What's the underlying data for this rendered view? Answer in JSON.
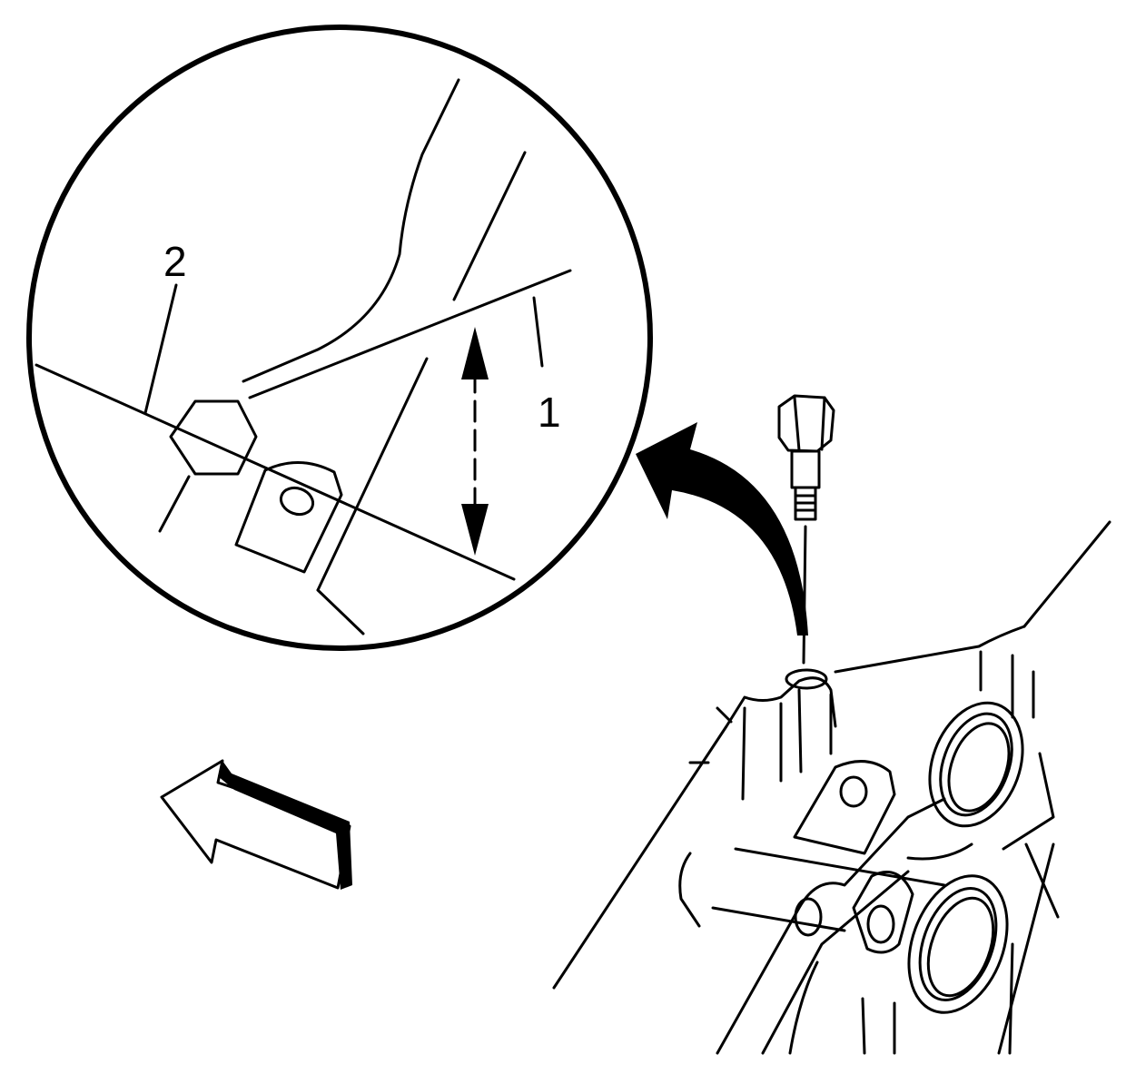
{
  "diagram": {
    "callouts": [
      {
        "id": "1",
        "label": "1"
      },
      {
        "id": "2",
        "label": "2"
      }
    ],
    "colors": {
      "line": "#000000",
      "background": "#ffffff"
    },
    "icons": {
      "direction_arrow": "front-direction-arrow-icon",
      "curved_arrow": "curved-arrow-icon",
      "bolt": "bolt-icon"
    }
  }
}
